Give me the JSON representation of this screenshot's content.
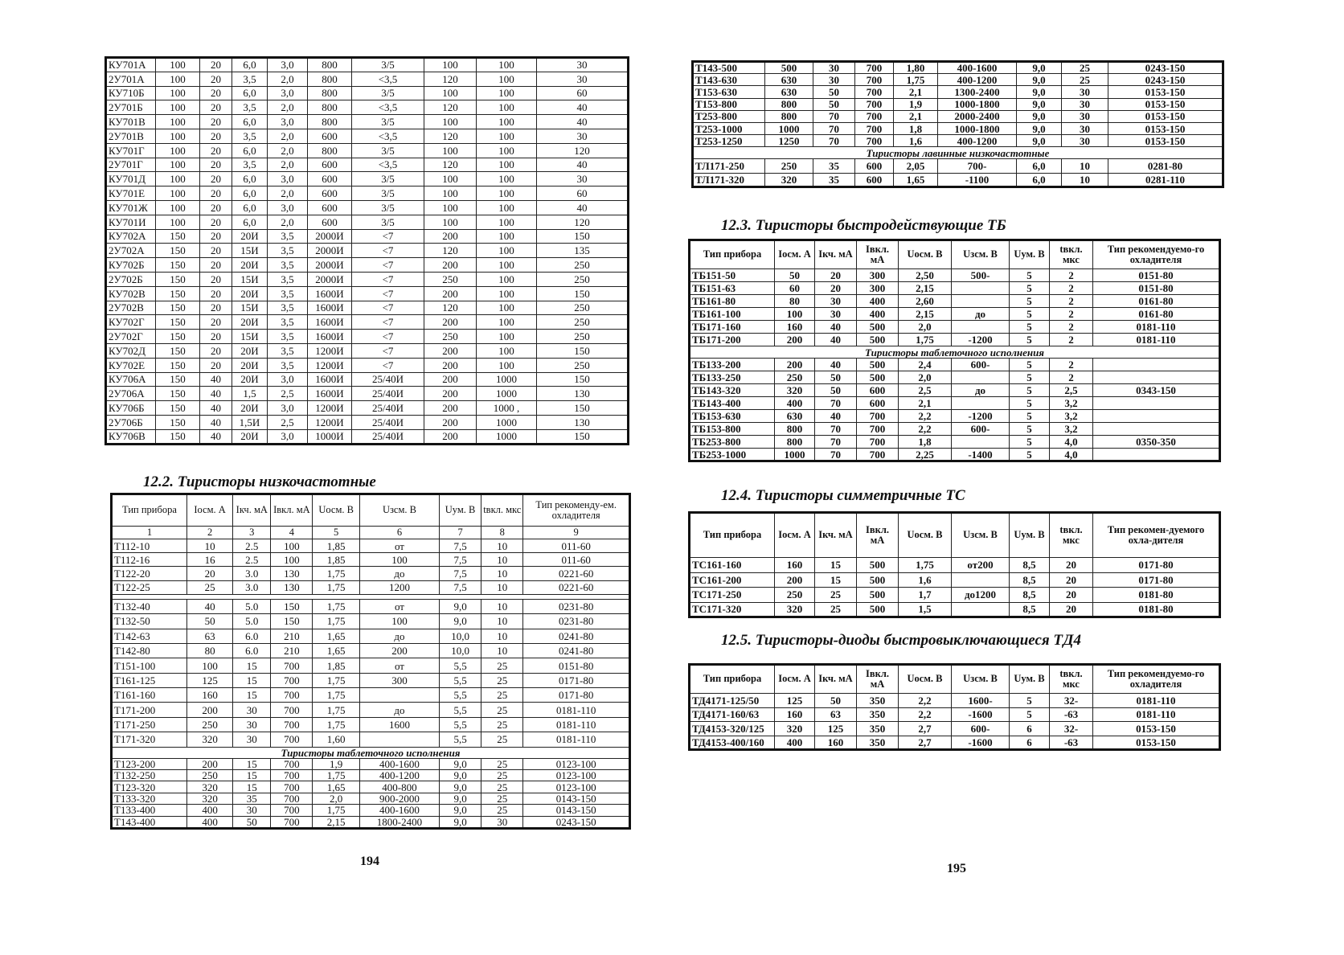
{
  "left_page": {
    "ku_table": {
      "rows": [
        [
          "КУ701А",
          "100",
          "20",
          "6,0",
          "3,0",
          "800",
          "3/5",
          "100",
          "100",
          "30"
        ],
        [
          "2У701А",
          "100",
          "20",
          "3,5",
          "2,0",
          "800",
          "<3,5",
          "120",
          "100",
          "30"
        ],
        [
          "КУ710Б",
          "100",
          "20",
          "6,0",
          "3,0",
          "800",
          "3/5",
          "100",
          "100",
          "60"
        ],
        [
          "2У701Б",
          "100",
          "20",
          "3,5",
          "2,0",
          "800",
          "<3,5",
          "120",
          "100",
          "40"
        ],
        [
          "КУ701В",
          "100",
          "20",
          "6,0",
          "3,0",
          "800",
          "3/5",
          "100",
          "100",
          "40"
        ],
        [
          "2У701В",
          "100",
          "20",
          "3,5",
          "2,0",
          "600",
          "<3,5",
          "120",
          "100",
          "30"
        ],
        [
          "КУ701Г",
          "100",
          "20",
          "6,0",
          "2,0",
          "800",
          "3/5",
          "100",
          "100",
          "120"
        ],
        [
          "2У701Г",
          "100",
          "20",
          "3,5",
          "2,0",
          "600",
          "<3,5",
          "120",
          "100",
          "40"
        ],
        [
          "КУ701Д",
          "100",
          "20",
          "6,0",
          "3,0",
          "600",
          "3/5",
          "100",
          "100",
          "30"
        ],
        [
          "КУ701Е",
          "100",
          "20",
          "6,0",
          "2,0",
          "600",
          "3/5",
          "100",
          "100",
          "60"
        ],
        [
          "КУ701Ж",
          "100",
          "20",
          "6,0",
          "3,0",
          "600",
          "3/5",
          "100",
          "100",
          "40"
        ],
        [
          "КУ701И",
          "100",
          "20",
          "6,0",
          "2,0",
          "600",
          "3/5",
          "100",
          "100",
          "120"
        ],
        [
          "КУ702А",
          "150",
          "20",
          "20И",
          "3,5",
          "2000И",
          "<7",
          "200",
          "100",
          "150"
        ],
        [
          "2У702А",
          "150",
          "20",
          "15И",
          "3,5",
          "2000И",
          "<7",
          "120",
          "100",
          "135"
        ],
        [
          "КУ702Б",
          "150",
          "20",
          "20И",
          "3,5",
          "2000И",
          "<7",
          "200",
          "100",
          "250"
        ],
        [
          "2У702Б",
          "150",
          "20",
          "15И",
          "3,5",
          "2000И",
          "<7",
          "250",
          "100",
          "250"
        ],
        [
          "КУ702В",
          "150",
          "20",
          "20И",
          "3,5",
          "1600И",
          "<7",
          "200",
          "100",
          "150"
        ],
        [
          "2У702В",
          "150",
          "20",
          "15И",
          "3,5",
          "1600И",
          "<7",
          "120",
          "100",
          "250"
        ],
        [
          "КУ702Г",
          "150",
          "20",
          "20И",
          "3,5",
          "1600И",
          "<7",
          "200",
          "100",
          "250"
        ],
        [
          "2У702Г",
          "150",
          "20",
          "15И",
          "3,5",
          "1600И",
          "<7",
          "250",
          "100",
          "250"
        ],
        [
          "КУ702Д",
          "150",
          "20",
          "20И",
          "3,5",
          "1200И",
          "<7",
          "200",
          "100",
          "150"
        ],
        [
          "КУ702Е",
          "150",
          "20",
          "20И",
          "3,5",
          "1200И",
          "<7",
          "200",
          "100",
          "250"
        ],
        [
          "КУ706А",
          "150",
          "40",
          "20И",
          "3,0",
          "1600И",
          "25/40И",
          "200",
          "1000",
          "150"
        ],
        [
          "2У706А",
          "150",
          "40",
          "1,5",
          "2,5",
          "1600И",
          "25/40И",
          "200",
          "1000",
          "130"
        ],
        [
          "КУ706Б",
          "150",
          "40",
          "20И",
          "3,0",
          "1200И",
          "25/40И",
          "200",
          "1000 ,",
          "150"
        ],
        [
          "2У706Б",
          "150",
          "40",
          "1,5И",
          "2,5",
          "1200И",
          "25/40И",
          "200",
          "1000",
          "130"
        ],
        [
          "КУ706В",
          "150",
          "40",
          "20И",
          "3,0",
          "1000И",
          "25/40И",
          "200",
          "1000",
          "150"
        ]
      ]
    },
    "heading_12_2": "12.2. Тиристоры низкочастотные",
    "t_table": {
      "headers": [
        "Тип прибора",
        "Iосм. А",
        "Iкч. мА",
        "Iвкл. мА",
        "Uосм. В",
        "Uзсм. В",
        "Uум. В",
        "tвкл. мкс",
        "Тип рекоменду-ем. охладителя"
      ],
      "numbers": [
        "1",
        "2",
        "3",
        "4",
        "5",
        "6",
        "7",
        "8",
        "9"
      ],
      "group1": [
        [
          "Т112-10",
          "10",
          "2.5",
          "100",
          "1,85",
          "от",
          "7,5",
          "10",
          "011-60"
        ],
        [
          "Т112-16",
          "16",
          "2.5",
          "100",
          "1,85",
          "100",
          "7,5",
          "10",
          "011-60"
        ],
        [
          "Т122-20",
          "20",
          "3.0",
          "130",
          "1,75",
          "до",
          "7,5",
          "10",
          "0221-60"
        ],
        [
          "Т122-25",
          "25",
          "3.0",
          "130",
          "1,75",
          "1200",
          "7,5",
          "10",
          "0221-60"
        ]
      ],
      "group2": [
        [
          "Т132-40",
          "40",
          "5.0",
          "150",
          "1,75",
          "от",
          "9,0",
          "10",
          "0231-80"
        ],
        [
          "Т132-50",
          "50",
          "5.0",
          "150",
          "1,75",
          "100",
          "9,0",
          "10",
          "0231-80"
        ],
        [
          "Т142-63",
          "63",
          "6.0",
          "210",
          "1,65",
          "до",
          "10,0",
          "10",
          "0241-80"
        ],
        [
          "Т142-80",
          "80",
          "6.0",
          "210",
          "1,65",
          "200",
          "10,0",
          "10",
          "0241-80"
        ],
        [
          "Т151-100",
          "100",
          "15",
          "700",
          "1,85",
          "от",
          "5,5",
          "25",
          "0151-80"
        ],
        [
          "Т161-125",
          "125",
          "15",
          "700",
          "1,75",
          "300",
          "5,5",
          "25",
          "0171-80"
        ],
        [
          "Т161-160",
          "160",
          "15",
          "700",
          "1,75",
          "",
          "5,5",
          "25",
          "0171-80"
        ],
        [
          "Т171-200",
          "200",
          "30",
          "700",
          "1,75",
          "до",
          "5,5",
          "25",
          "0181-110"
        ],
        [
          "Т171-250",
          "250",
          "30",
          "700",
          "1,75",
          "1600",
          "5,5",
          "25",
          "0181-110"
        ],
        [
          "Т171-320",
          "320",
          "30",
          "700",
          "1,60",
          "",
          "5,5",
          "25",
          "0181-110"
        ]
      ],
      "subheading": "Тиристоры таблеточного исполнения",
      "group3": [
        [
          "Т123-200",
          "200",
          "15",
          "700",
          "1,9",
          "400-1600",
          "9,0",
          "25",
          "0123-100"
        ],
        [
          "Т132-250",
          "250",
          "15",
          "700",
          "1,75",
          "400-1200",
          "9,0",
          "25",
          "0123-100"
        ],
        [
          "Т123-320",
          "320",
          "15",
          "700",
          "1,65",
          "400-800",
          "9,0",
          "25",
          "0123-100"
        ],
        [
          "Т133-320",
          "320",
          "35",
          "700",
          "2,0",
          "900-2000",
          "9,0",
          "25",
          "0143-150"
        ],
        [
          "Т133-400",
          "400",
          "30",
          "700",
          "1,75",
          "400-1600",
          "9,0",
          "25",
          "0143-150"
        ],
        [
          "Т143-400",
          "400",
          "50",
          "700",
          "2,15",
          "1800-2400",
          "9,0",
          "30",
          "0243-150"
        ]
      ]
    },
    "page_number": "194"
  },
  "right_page": {
    "top_table": {
      "rows": [
        [
          "Т143-500",
          "500",
          "30",
          "700",
          "1,80",
          "400-1600",
          "9,0",
          "25",
          "0243-150"
        ],
        [
          "Т143-630",
          "630",
          "30",
          "700",
          "1,75",
          "400-1200",
          "9,0",
          "25",
          "0243-150"
        ],
        [
          "Т153-630",
          "630",
          "50",
          "700",
          "2,1",
          "1300-2400",
          "9,0",
          "30",
          "0153-150"
        ],
        [
          "Т153-800",
          "800",
          "50",
          "700",
          "1,9",
          "1000-1800",
          "9,0",
          "30",
          "0153-150"
        ],
        [
          "Т253-800",
          "800",
          "70",
          "700",
          "2,1",
          "2000-2400",
          "9,0",
          "30",
          "0153-150"
        ],
        [
          "Т253-1000",
          "1000",
          "70",
          "700",
          "1,8",
          "1000-1800",
          "9,0",
          "30",
          "0153-150"
        ],
        [
          "Т253-1250",
          "1250",
          "70",
          "700",
          "1,6",
          "400-1200",
          "9,0",
          "30",
          "0153-150"
        ]
      ],
      "subheading": "Тиристоры лавинные низкочастотные",
      "rows2": [
        [
          "ТЛ171-250",
          "250",
          "35",
          "600",
          "2,05",
          "700-",
          "6,0",
          "10",
          "0281-80"
        ],
        [
          "ТЛ171-320",
          "320",
          "35",
          "600",
          "1,65",
          "-1100",
          "6,0",
          "10",
          "0281-110"
        ]
      ]
    },
    "heading_12_3": "12.3. Тиристоры быстродействующие ТБ",
    "tb_table": {
      "headers": [
        "Тип прибора",
        "Iосм. А",
        "Iкч. мА",
        "Iвкл. мА",
        "Uосм. В",
        "Uзсм. В",
        "Uум. В",
        "tвкл. мкс",
        "Тип рекомендуемо-го охладителя"
      ],
      "group1": [
        [
          "ТБ151-50",
          "50",
          "20",
          "300",
          "2,50",
          "500-",
          "5",
          "2",
          "0151-80"
        ],
        [
          "ТБ151-63",
          "60",
          "20",
          "300",
          "2,15",
          "",
          "5",
          "2",
          "0151-80"
        ],
        [
          "ТБ161-80",
          "80",
          "30",
          "400",
          "2,60",
          "",
          "5",
          "2",
          "0161-80"
        ],
        [
          "ТБ161-100",
          "100",
          "30",
          "400",
          "2,15",
          "до",
          "5",
          "2",
          "0161-80"
        ],
        [
          "ТБ171-160",
          "160",
          "40",
          "500",
          "2,0",
          "",
          "5",
          "2",
          "0181-110"
        ],
        [
          "ТБ171-200",
          "200",
          "40",
          "500",
          "1,75",
          "-1200",
          "5",
          "2",
          "0181-110"
        ]
      ],
      "subheading": "Тиристоры таблеточного исполнения",
      "group2": [
        [
          "ТБ133-200",
          "200",
          "40",
          "500",
          "2,4",
          "600-",
          "5",
          "2",
          ""
        ],
        [
          "ТБ133-250",
          "250",
          "50",
          "500",
          "2,0",
          "",
          "5",
          "2",
          ""
        ],
        [
          "ТБ143-320",
          "320",
          "50",
          "600",
          "2,5",
          "до",
          "5",
          "2,5",
          "0343-150"
        ],
        [
          "ТБ143-400",
          "400",
          "70",
          "600",
          "2,1",
          "",
          "5",
          "3,2",
          ""
        ],
        [
          "ТБ153-630",
          "630",
          "40",
          "700",
          "2,2",
          "-1200",
          "5",
          "3,2",
          ""
        ],
        [
          "ТБ153-800",
          "800",
          "70",
          "700",
          "2,2",
          "600-",
          "5",
          "3,2",
          ""
        ],
        [
          "ТБ253-800",
          "800",
          "70",
          "700",
          "1,8",
          "",
          "5",
          "4,0",
          "0350-350"
        ],
        [
          "ТБ253-1000",
          "1000",
          "70",
          "700",
          "2,25",
          "-1400",
          "5",
          "4,0",
          ""
        ]
      ]
    },
    "heading_12_4": "12.4. Тиристоры симметричные ТС",
    "tc_table": {
      "headers": [
        "Тип прибора",
        "Iосм. А",
        "Iкч. мА",
        "Iвкл. мА",
        "Uосм. В",
        "Uзсм. В",
        "Uум. В",
        "tвкл. мкс",
        "Тип рекомен-дуемого охла-дителя"
      ],
      "rows": [
        [
          "ТС161-160",
          "160",
          "15",
          "500",
          "1,75",
          "от200",
          "8,5",
          "20",
          "0171-80"
        ],
        [
          "ТС161-200",
          "200",
          "15",
          "500",
          "1,6",
          "",
          "8,5",
          "20",
          "0171-80"
        ],
        [
          "ТС171-250",
          "250",
          "25",
          "500",
          "1,7",
          "до1200",
          "8,5",
          "20",
          "0181-80"
        ],
        [
          "ТС171-320",
          "320",
          "25",
          "500",
          "1,5",
          "",
          "8,5",
          "20",
          "0181-80"
        ]
      ]
    },
    "heading_12_5": "12.5. Тиристоры-диоды быстровыключающиеся ТД4",
    "td_table": {
      "headers": [
        "Тип прибора",
        "Iосм. А",
        "Iкч. мА",
        "Iвкл. мА",
        "Uосм. В",
        "Uзсм. В",
        "Uум. В",
        "tвкл. мкс",
        "Тип рекомендуемо-го охладителя"
      ],
      "rows": [
        [
          "ТД4171-125/50",
          "125",
          "50",
          "350",
          "2,2",
          "1600-",
          "5",
          "32-",
          "0181-110"
        ],
        [
          "ТД4171-160/63",
          "160",
          "63",
          "350",
          "2,2",
          "-1600",
          "5",
          "-63",
          "0181-110"
        ],
        [
          "ТД4153-320/125",
          "320",
          "125",
          "350",
          "2,7",
          "600-",
          "6",
          "32-",
          "0153-150"
        ],
        [
          "ТД4153-400/160",
          "400",
          "160",
          "350",
          "2,7",
          "-1600",
          "6",
          "-63",
          "0153-150"
        ]
      ]
    },
    "page_number": "195"
  }
}
